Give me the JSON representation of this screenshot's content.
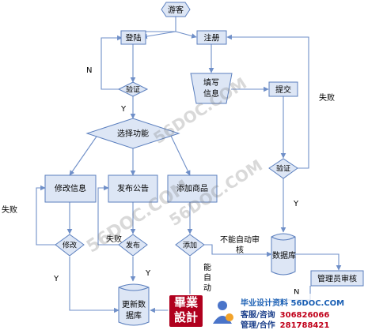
{
  "colors": {
    "fill": "#dde6f5",
    "stroke": "#5b7fbe",
    "arrow": "#6f8fc8",
    "text": "#000000"
  },
  "nodes": {
    "visitor": "游客",
    "login": "登陆",
    "register": "注册",
    "fill_info_l1": "填写",
    "fill_info_l2": "信息",
    "submit": "提交",
    "verify_login": "验证",
    "verify_reg": "验证",
    "select_function": "选择功能",
    "edit_info": "修改信息",
    "post_notice": "发布公告",
    "add_goods": "添加商品",
    "modify": "修改",
    "publish": "发布",
    "add": "添加",
    "database": "数据库",
    "update_db_l1": "更新数",
    "update_db_l2": "据库",
    "admin_review": "管理员审核"
  },
  "labels": {
    "n_left": "N",
    "y_verify": "Y",
    "fail_right": "失败",
    "y_reg": "Y",
    "fail_left": "失败",
    "fail_mid": "失败",
    "y_modify": "Y",
    "y_publish": "Y",
    "cannot_auto_l1": "不能自动审",
    "cannot_auto_l2": "核",
    "can_auto_l1": "能",
    "can_auto_l2": "自",
    "can_auto_l3": "动",
    "n_bottom": "N"
  },
  "watermarks": [
    "56DOC.COM",
    "56DOC.COM",
    "56DOC.COM"
  ],
  "banner": {
    "logo_l1": "畢業",
    "logo_l2": "設計",
    "site": "毕业设计资料 56DOC.COM",
    "service_label": "客服/咨询",
    "service_num": "306826066",
    "manage_label": "管理/合作",
    "manage_num": "281788421"
  }
}
